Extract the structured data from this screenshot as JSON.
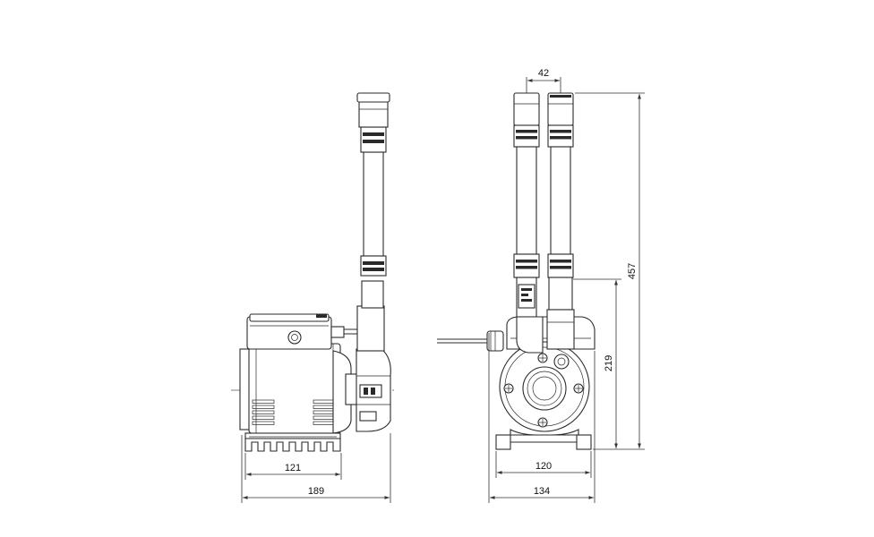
{
  "diagram": {
    "side_view": {
      "dimensions": {
        "base_width": "121",
        "overall_width": "189"
      }
    },
    "front_view": {
      "dimensions": {
        "port_spacing": "42",
        "overall_height": "457",
        "port_height": "219",
        "base_width": "120",
        "overall_width": "134"
      }
    }
  }
}
